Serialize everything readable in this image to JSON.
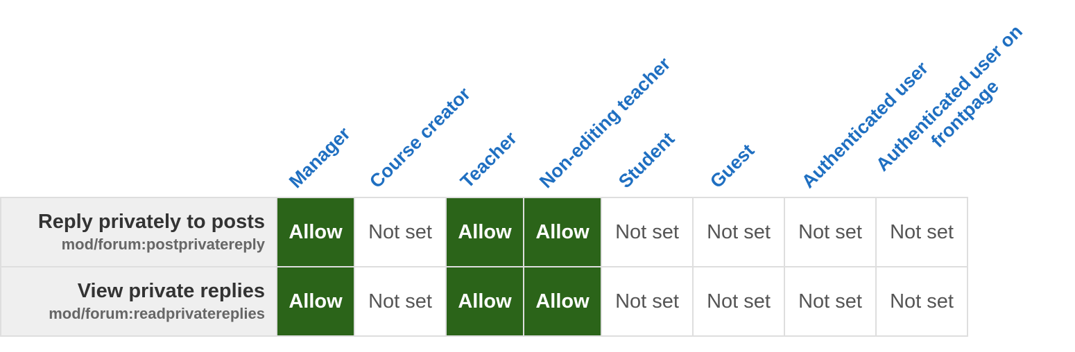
{
  "roles": [
    "Manager",
    "Course creator",
    "Teacher",
    "Non-editing teacher",
    "Student",
    "Guest",
    "Authenticated user",
    "Authenticated user on frontpage"
  ],
  "capabilities": [
    {
      "name": "Reply privately to posts",
      "id": "mod/forum:postprivatereply",
      "permissions": [
        "Allow",
        "Not set",
        "Allow",
        "Allow",
        "Not set",
        "Not set",
        "Not set",
        "Not set"
      ]
    },
    {
      "name": "View private replies",
      "id": "mod/forum:readprivatereplies",
      "permissions": [
        "Allow",
        "Not set",
        "Allow",
        "Allow",
        "Not set",
        "Not set",
        "Not set",
        "Not set"
      ]
    }
  ],
  "colors": {
    "allow_bg": "#2b6419",
    "header_link": "#1f6fc1",
    "capability_bg": "#efefef",
    "border": "#dedede"
  }
}
